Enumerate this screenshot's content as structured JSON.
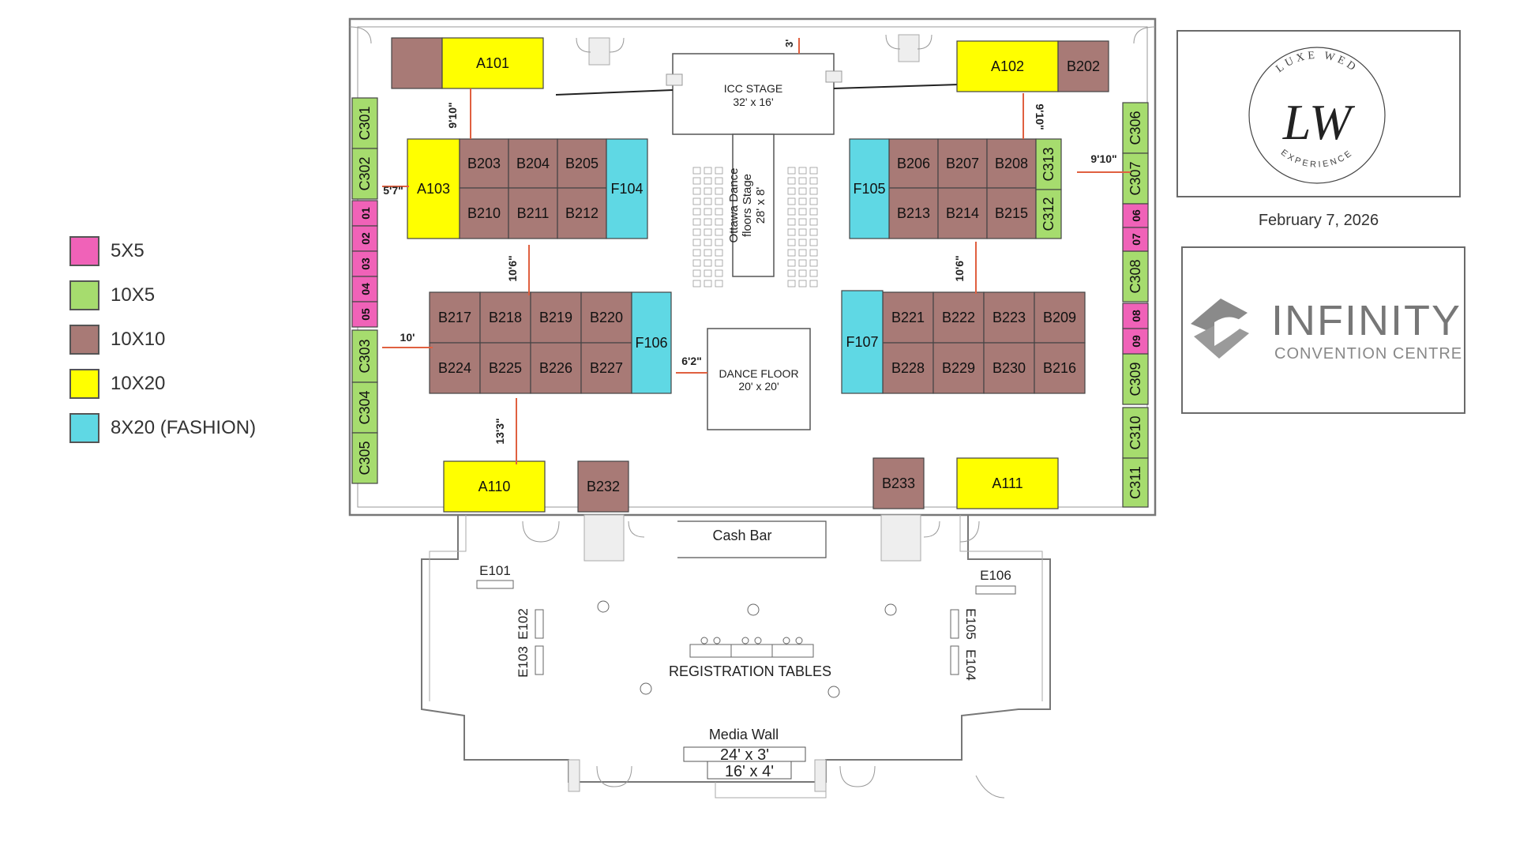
{
  "legend": [
    {
      "label": "5X5",
      "color": "#f062b8"
    },
    {
      "label": "10X5",
      "color": "#a6dc6e"
    },
    {
      "label": "10X10",
      "color": "#a87a76"
    },
    {
      "label": "10X20",
      "color": "#ffff00"
    },
    {
      "label": "8X20 (FASHION)",
      "color": "#5fd8e4"
    }
  ],
  "event": {
    "brand_top": "LUXE WED",
    "brand_monogram": "LW",
    "brand_bottom": "EXPERIENCE",
    "date": "February 7, 2026",
    "venue_name": "INFINITY",
    "venue_sub": "CONVENTION CENTRE"
  },
  "booths": {
    "A101": "A101",
    "A102": "A102",
    "A103": "A103",
    "A110": "A110",
    "A111": "A111",
    "B202": "B202",
    "B203": "B203",
    "B204": "B204",
    "B205": "B205",
    "B206": "B206",
    "B207": "B207",
    "B208": "B208",
    "B209": "B209",
    "B210": "B210",
    "B211": "B211",
    "B212": "B212",
    "B213": "B213",
    "B214": "B214",
    "B215": "B215",
    "B216": "B216",
    "B217": "B217",
    "B218": "B218",
    "B219": "B219",
    "B220": "B220",
    "B221": "B221",
    "B222": "B222",
    "B223": "B223",
    "B224": "B224",
    "B225": "B225",
    "B226": "B226",
    "B227": "B227",
    "B228": "B228",
    "B229": "B229",
    "B230": "B230",
    "B232": "B232",
    "B233": "B233",
    "C301": "C301",
    "C302": "C302",
    "C303": "C303",
    "C304": "C304",
    "C305": "C305",
    "C306": "C306",
    "C307": "C307",
    "C308": "C308",
    "C309": "C309",
    "C310": "C310",
    "C311": "C311",
    "C312": "C312",
    "C313": "C313",
    "F104": "F104",
    "F105": "F105",
    "F106": "F106",
    "F107": "F107",
    "01": "01",
    "02": "02",
    "03": "03",
    "04": "04",
    "05": "05",
    "06": "06",
    "07": "07",
    "08": "08",
    "09": "09",
    "E101": "E101",
    "E102": "E102",
    "E103": "E103",
    "E104": "E104",
    "E105": "E105",
    "E106": "E106"
  },
  "features": {
    "stage_title": "ICC STAGE",
    "stage_size": "32' x 16'",
    "dance_stage_line1": "Ottawa Dance",
    "dance_stage_line2": "floors Stage",
    "dance_stage_line3": "28' x 8'",
    "dance_floor_title": "DANCE FLOOR",
    "dance_floor_size": "20' x 20'",
    "cash_bar": "Cash Bar",
    "registration": "REGISTRATION TABLES",
    "media_wall": "Media Wall",
    "media_wall_size1": "24' x 3'",
    "media_wall_size2": "16' x 4'"
  },
  "dimensions": {
    "d_3": "3'",
    "d_9_10_left": "9'10\"",
    "d_5_7": "5'7\"",
    "d_10_6_left": "10'6\"",
    "d_10": "10'",
    "d_13_3": "13'3\"",
    "d_6_2": "6'2\"",
    "d_9_10_right_vert": "9'10\"",
    "d_9_10_right": "9'10\"",
    "d_10_6_right": "10'6\""
  }
}
